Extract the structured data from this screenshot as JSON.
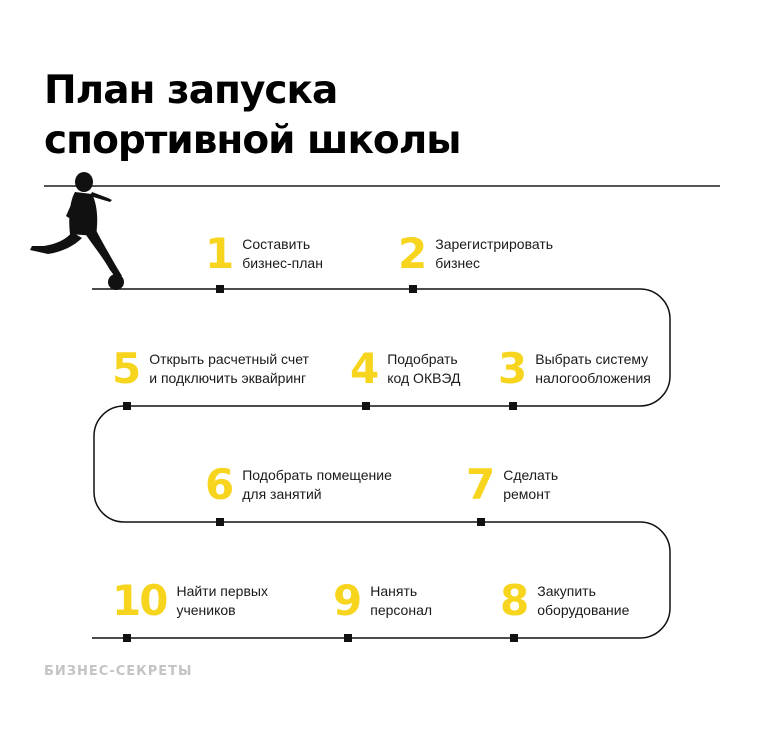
{
  "title": {
    "line1": "План запуска",
    "line2": "спортивной школы"
  },
  "steps": [
    {
      "number": "1",
      "text": "Составить\nбизнес-план"
    },
    {
      "number": "2",
      "text": "Зарегистрировать\nбизнес"
    },
    {
      "number": "3",
      "text": "Выбрать систему\nналогообложения"
    },
    {
      "number": "4",
      "text": "Подобрать\nкод ОКВЭД"
    },
    {
      "number": "5",
      "text": "Открыть расчетный счет\nи подключить эквайринг"
    },
    {
      "number": "6",
      "text": "Подобрать помещение\nдля занятий"
    },
    {
      "number": "7",
      "text": "Сделать\nремонт"
    },
    {
      "number": "8",
      "text": "Закупить\nоборудование"
    },
    {
      "number": "9",
      "text": "Нанять\nперсонал"
    },
    {
      "number": "10",
      "text": "Найти первых\nучеников"
    }
  ],
  "brand": "БИЗНЕС-СЕКРЕТЫ",
  "icons": {
    "player": "football-player-silhouette",
    "accent_color": "#f7d51f",
    "line_color": "#111111"
  }
}
